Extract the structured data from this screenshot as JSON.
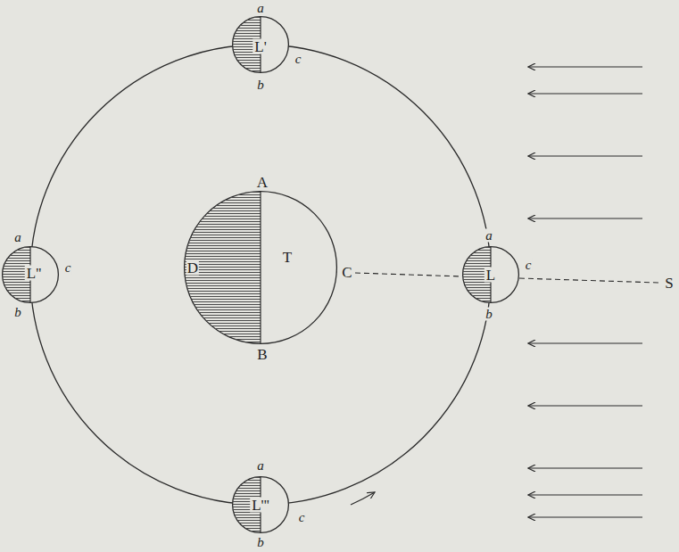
{
  "diagram": {
    "nodes": [
      {
        "text": [
          "L'"
        ]
      },
      {
        "text": [
          "L''"
        ]
      },
      {
        "text": [
          "T"
        ]
      },
      {
        "text": [
          "L"
        ]
      },
      {
        "text": [
          "L'''"
        ]
      }
    ],
    "labels": [
      "a",
      "c",
      "b",
      "a",
      "c",
      "b",
      "A",
      "D",
      "C",
      "B",
      "a",
      "c",
      "b",
      "a",
      "c",
      "b",
      "S"
    ]
  }
}
